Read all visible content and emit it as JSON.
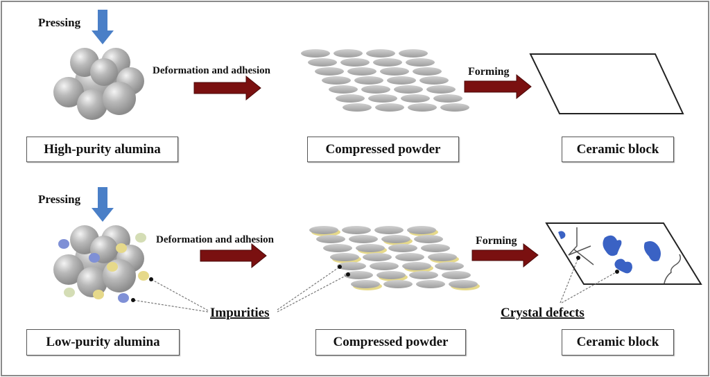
{
  "colors": {
    "press_arrow": "#4a7fc7",
    "process_arrow": "#7a1010",
    "sphere": "#a9a9a9",
    "disk": "#b3b3b3",
    "impurity_blue": "#7f90d6",
    "impurity_yellow": "#e6d98a",
    "impurity_green": "#d4ddb5",
    "defect": "#3a62c4"
  },
  "top_row": {
    "pressing": "Pressing",
    "step1": "Deformation and adhesion",
    "step2": "Forming",
    "labels": [
      "High-purity alumina",
      "Compressed powder",
      "Ceramic block"
    ]
  },
  "bottom_row": {
    "pressing": "Pressing",
    "step1": "Deformation and adhesion",
    "step2": "Forming",
    "impurities": "Impurities",
    "crystal_defects": "Crystal defects",
    "labels": [
      "Low-purity alumina",
      "Compressed powder",
      "Ceramic block"
    ]
  }
}
